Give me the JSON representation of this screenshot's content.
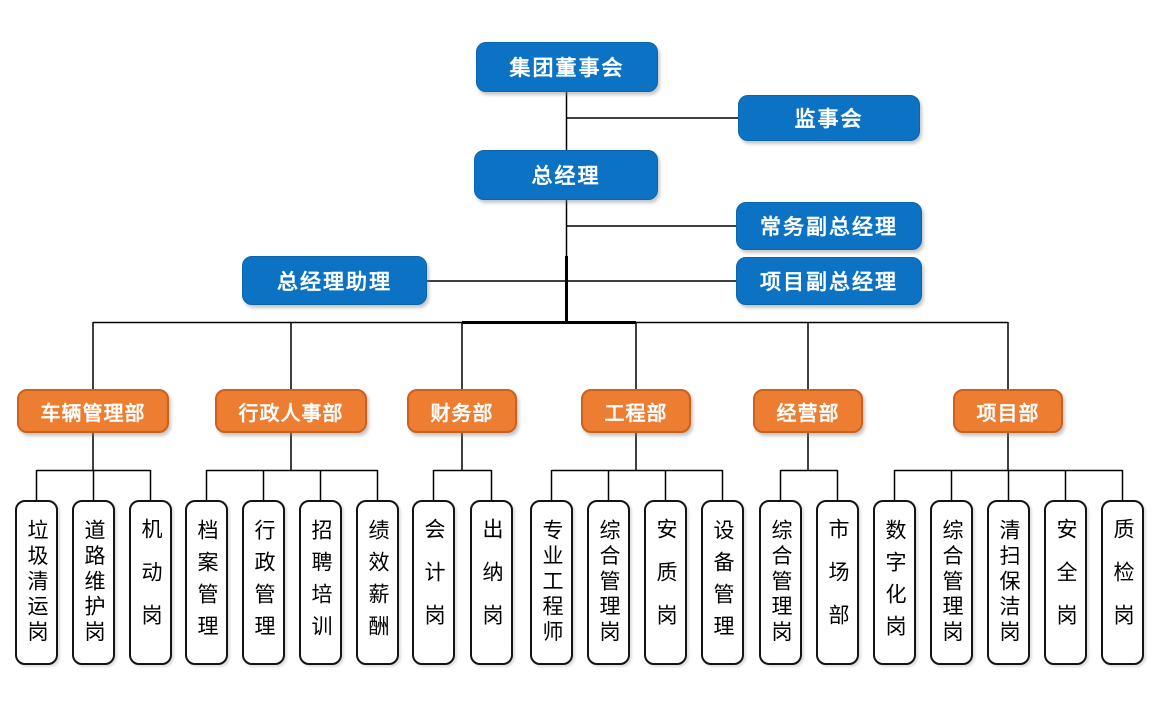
{
  "palette": {
    "leadership_box_blue": "#0B72C4",
    "department_box_orange": "#ED7D31",
    "department_border_orange": "#CB611D",
    "connector_line": "#000000",
    "position_box_border": "#141414",
    "box_text_on_color": "#FFFFFF",
    "position_text": "#000000"
  },
  "org": {
    "board": {
      "label": "集团董事会"
    },
    "supervisory": {
      "label": "监事会"
    },
    "gm": {
      "label": "总经理"
    },
    "exec_deputy_gm": {
      "label": "常务副总经理"
    },
    "gm_assistant": {
      "label": "总经理助理"
    },
    "project_deputy_gm": {
      "label": "项目副总经理"
    },
    "departments": [
      {
        "label": "车辆管理部",
        "children": [
          "垃圾清运岗",
          "道路维护岗",
          "机动岗"
        ]
      },
      {
        "label": "行政人事部",
        "children": [
          "档案管理",
          "行政管理",
          "招聘培训",
          "绩效薪酬"
        ]
      },
      {
        "label": "财务部",
        "children": [
          "会计岗",
          "出纳岗"
        ]
      },
      {
        "label": "工程部",
        "children": [
          "专业工程师",
          "综合管理岗",
          "安质岗",
          "设备管理"
        ]
      },
      {
        "label": "经营部",
        "children": [
          "综合管理岗",
          "市场部"
        ]
      },
      {
        "label": "项目部",
        "children": [
          "数字化岗",
          "综合管理岗",
          "清扫保洁岗",
          "安全岗",
          "质检岗"
        ]
      }
    ]
  }
}
